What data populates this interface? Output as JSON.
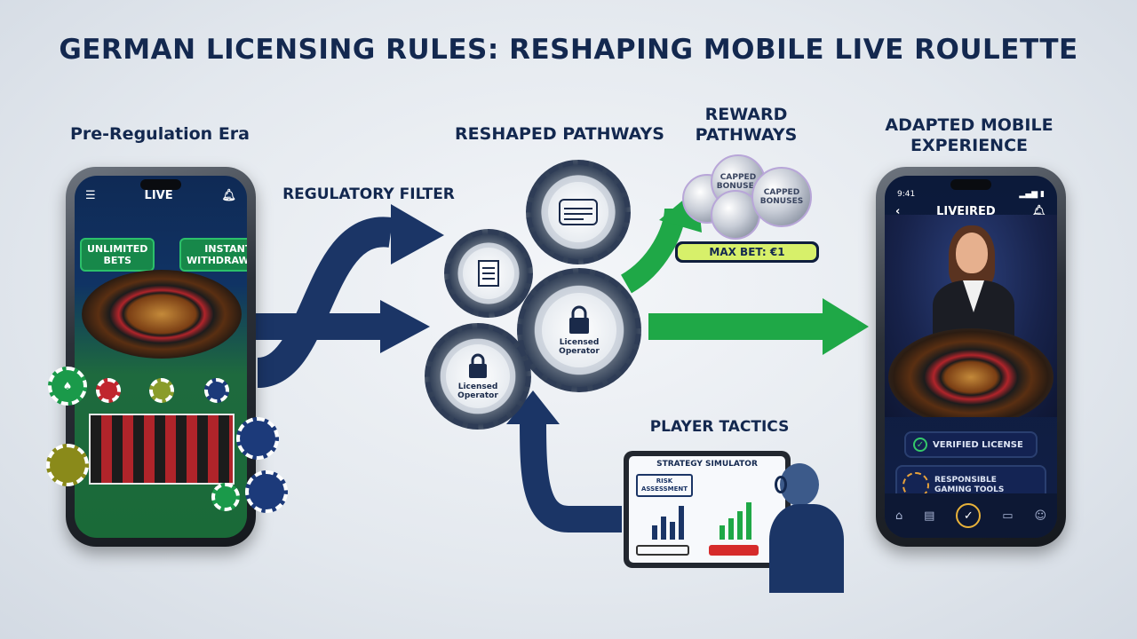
{
  "title": "GERMAN LICENSING RULES: RESHAPING MOBILE LIVE ROULETTE",
  "labels": {
    "pre_regulation": "Pre-Regulation Era",
    "regulatory_filter": "REGULATORY FILTER",
    "reshaped_pathways": "RESHAPED PATHWAYS",
    "reward_pathways": "REWARD\nPATHWAYS",
    "adapted_mobile": "ADAPTED MOBILE\nEXPERIENCE",
    "player_tactics": "PLAYER TACTICS"
  },
  "left_phone": {
    "header": "LIVE",
    "pill_unlimited": "UNLIMITED\nBETS",
    "pill_instant": "INSTANT\nWITHDRAWALS",
    "icons": [
      "menu-icon",
      "bell-icon"
    ]
  },
  "gears": {
    "licensed_operator_1": "Licensed\nOperator",
    "licensed_operator_2": "Licensed\nOperator",
    "icons": [
      "document-icon",
      "lock-icon",
      "stamp-icon"
    ]
  },
  "rewards": {
    "coin_1": "CAPPED\nBONUSES",
    "coin_2": "CAPPED\nBONUSES",
    "max_bet": "MAX BET: €1"
  },
  "right_phone": {
    "status_time": "9:41",
    "header": "LIVEIRED",
    "verified_license": "VERIFIED LICENSE",
    "responsible_tools": "RESPONSIBLE\nGAMING TOOLS"
  },
  "tablet": {
    "heading": "STRATEGY SIMULATOR",
    "risk_box": "RISK\nASSESSMENT"
  },
  "colors": {
    "navy_arrow": "#1b3566",
    "green_arrow": "#1fa847",
    "title": "#13284f"
  }
}
